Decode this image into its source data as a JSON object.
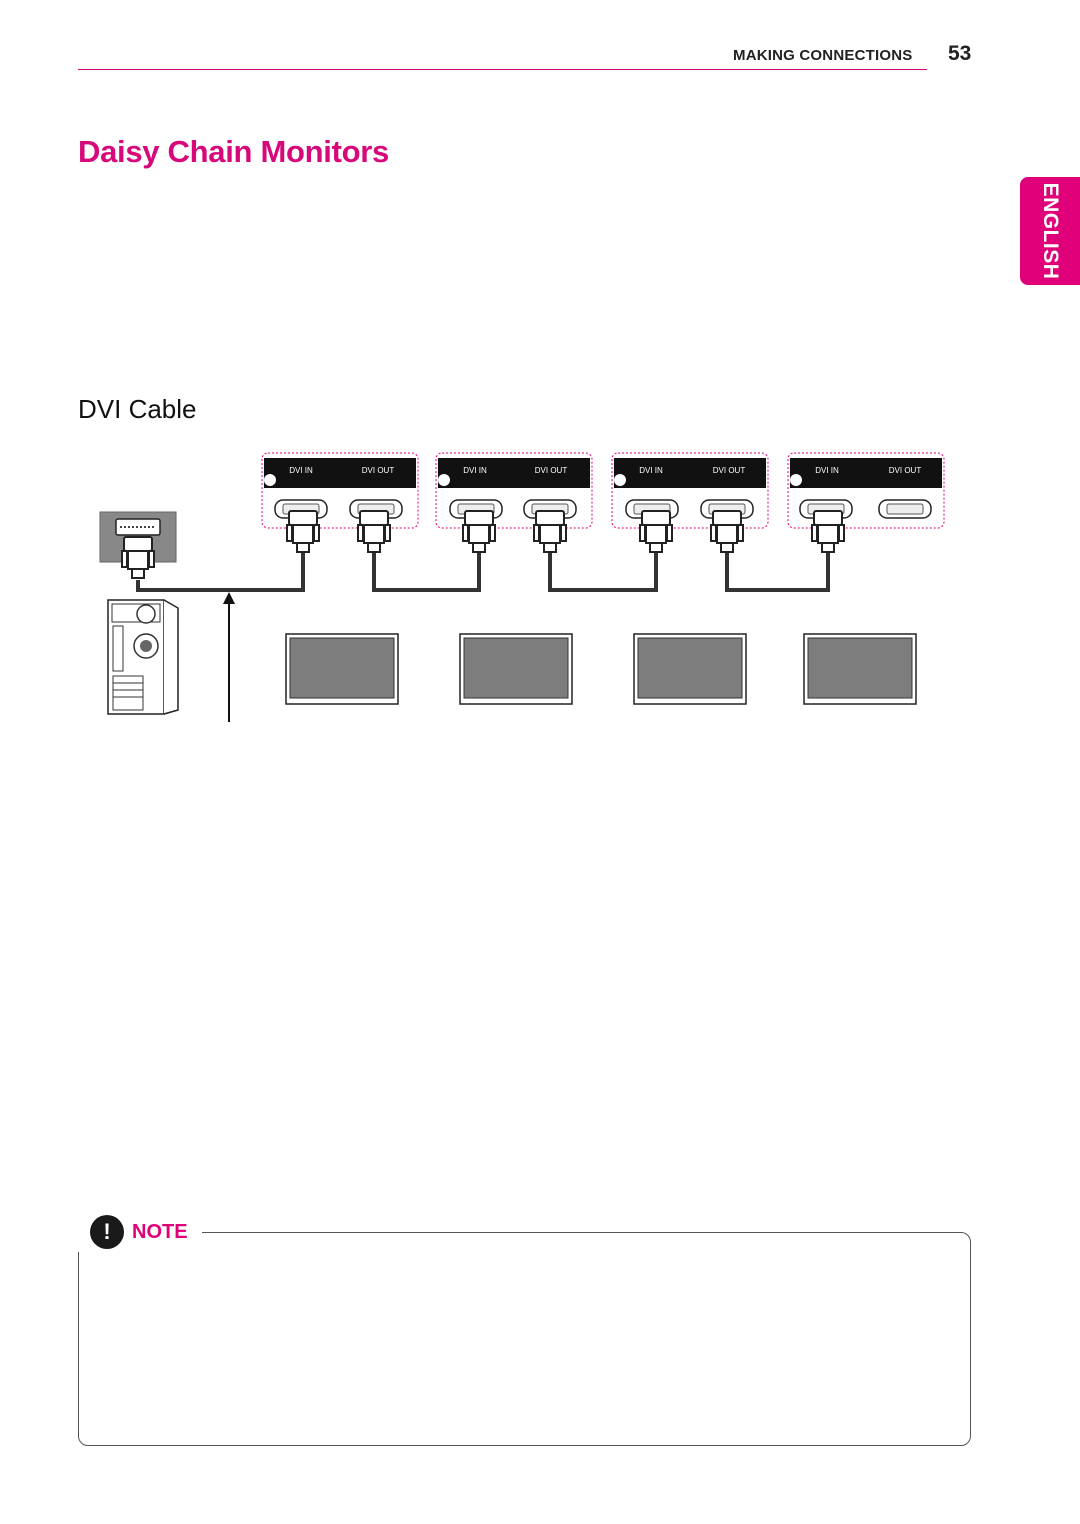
{
  "header": {
    "section": "MAKING CONNECTIONS",
    "page_number": "53"
  },
  "language_tab": "ENGLISH",
  "title": "Daisy Chain Monitors",
  "section_title": "DVI Cable",
  "diagram": {
    "monitors": [
      {
        "in_label": "DVI IN",
        "out_label": "DVI OUT"
      },
      {
        "in_label": "DVI IN",
        "out_label": "DVI OUT"
      },
      {
        "in_label": "DVI IN",
        "out_label": "DVI OUT"
      },
      {
        "in_label": "DVI IN",
        "out_label": "DVI OUT"
      }
    ],
    "accent_color": "#e0007a"
  },
  "note": {
    "label": "NOTE",
    "icon": "exclamation-icon",
    "icon_glyph": "!"
  }
}
